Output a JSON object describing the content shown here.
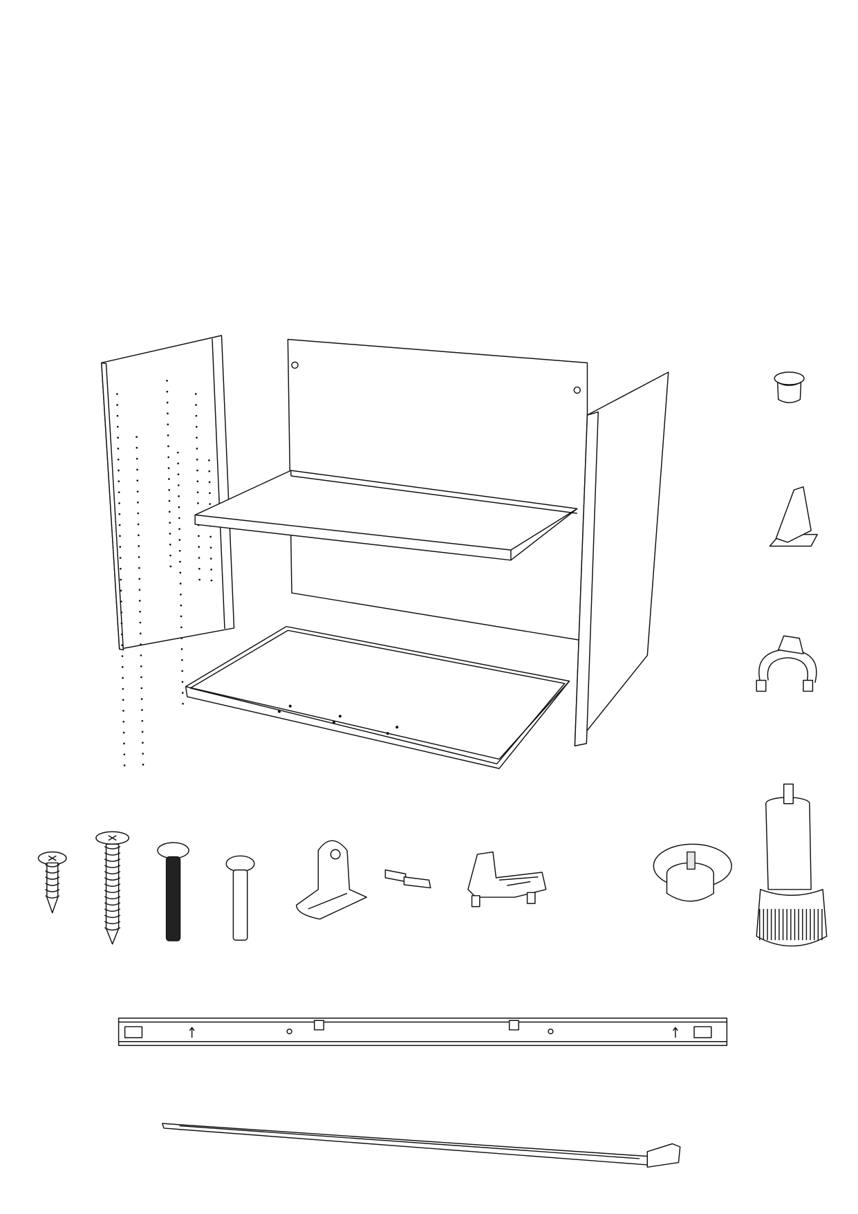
{
  "colors": {
    "line": "#111111",
    "background": "#ffffff"
  },
  "parts": [
    "side-panel-left",
    "back-panel",
    "shelf",
    "bottom-panel",
    "side-panel-right",
    "cap",
    "shelf-clip",
    "ring-clip",
    "wood-screw-short",
    "wood-screw-long",
    "machine-bolt",
    "connector-pin",
    "angle-bracket",
    "shelf-support",
    "hinge-connector",
    "leg-base-plate",
    "adjustable-leg",
    "suspension-rail",
    "plinth-clip-rail"
  ]
}
